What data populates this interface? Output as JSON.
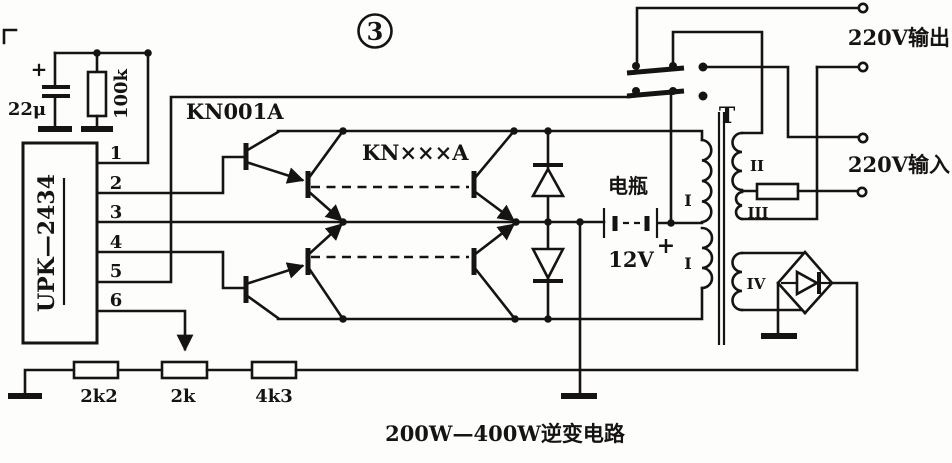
{
  "figure": {
    "number": "3",
    "caption": "200W—400W逆变电路"
  },
  "terminals": {
    "output_label": "220V输出",
    "input_label": "220V输入"
  },
  "ic": {
    "name": "UPK—2434",
    "pins": [
      "1",
      "2",
      "3",
      "4",
      "5",
      "6"
    ],
    "module_label": "KN001A"
  },
  "components": {
    "capacitor": {
      "value": "22μ",
      "polarity": "+"
    },
    "resistor_top": {
      "value": "100k"
    },
    "power_transistors": {
      "value": "KN×××A"
    },
    "battery": {
      "name": "电瓶",
      "voltage": "12V",
      "polarity": "+"
    },
    "transformer": {
      "name": "T",
      "winding_primary_upper": "I",
      "winding_primary_lower": "I",
      "winding_2": "II",
      "winding_3": "III",
      "winding_4": "IV"
    },
    "resistor_2k2": {
      "value": "2k2"
    },
    "potentiometer_2k": {
      "value": "2k"
    },
    "resistor_4k3": {
      "value": "4k3"
    }
  }
}
